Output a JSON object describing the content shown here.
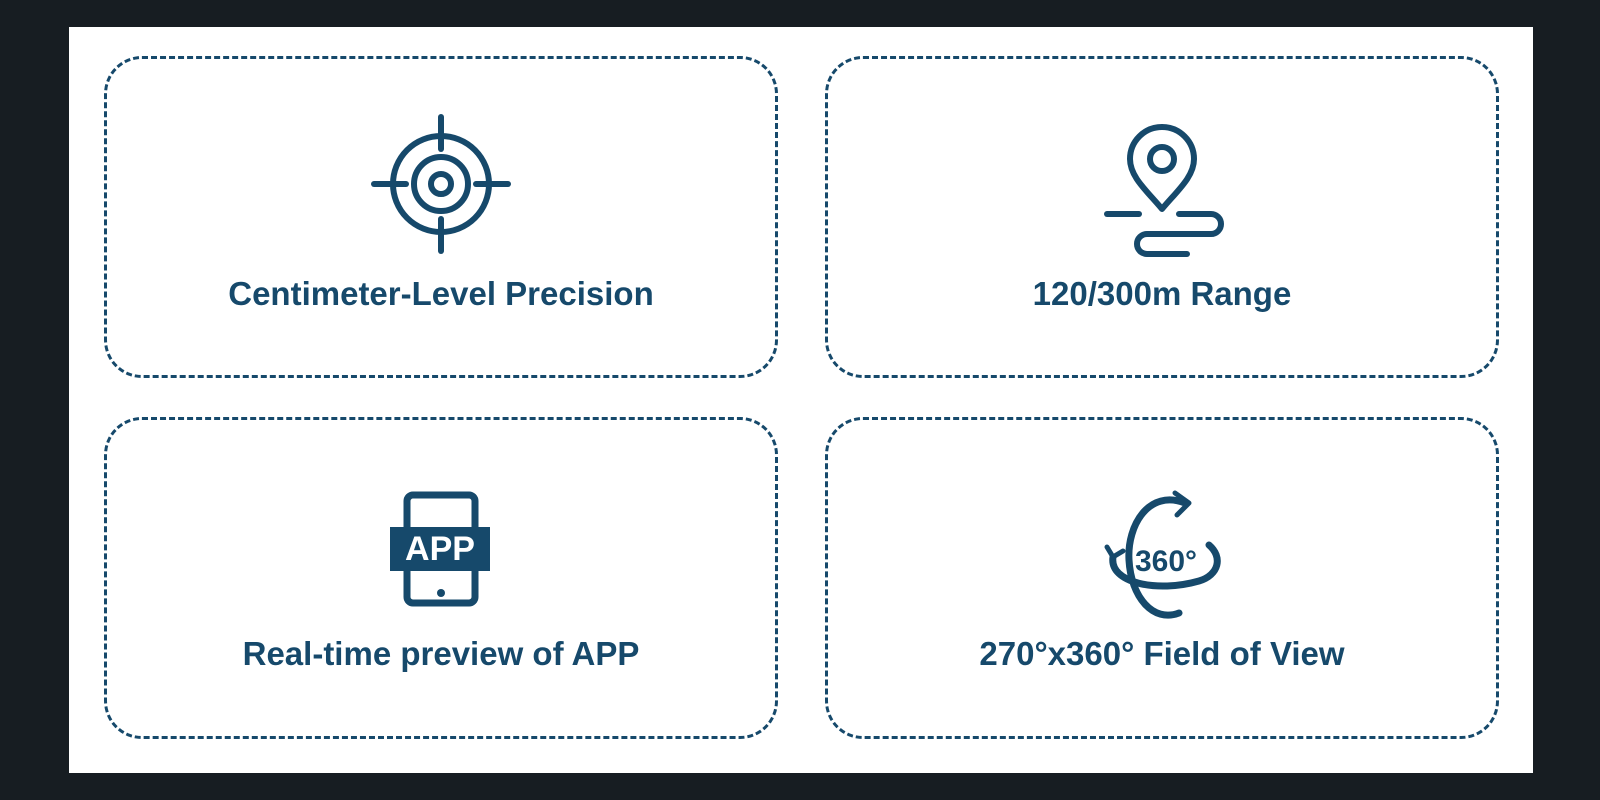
{
  "colors": {
    "accent": "#16496b",
    "background": "#171d22",
    "panel": "#ffffff"
  },
  "features": [
    {
      "icon": "target-crosshair-icon",
      "label": "Centimeter-Level Precision"
    },
    {
      "icon": "map-pin-route-icon",
      "label": "120/300m Range"
    },
    {
      "icon": "tablet-app-icon",
      "label": "Real-time preview of APP",
      "badge": "APP"
    },
    {
      "icon": "rotation-360-icon",
      "label": "270°x360° Field of View",
      "badge": "360°"
    }
  ]
}
